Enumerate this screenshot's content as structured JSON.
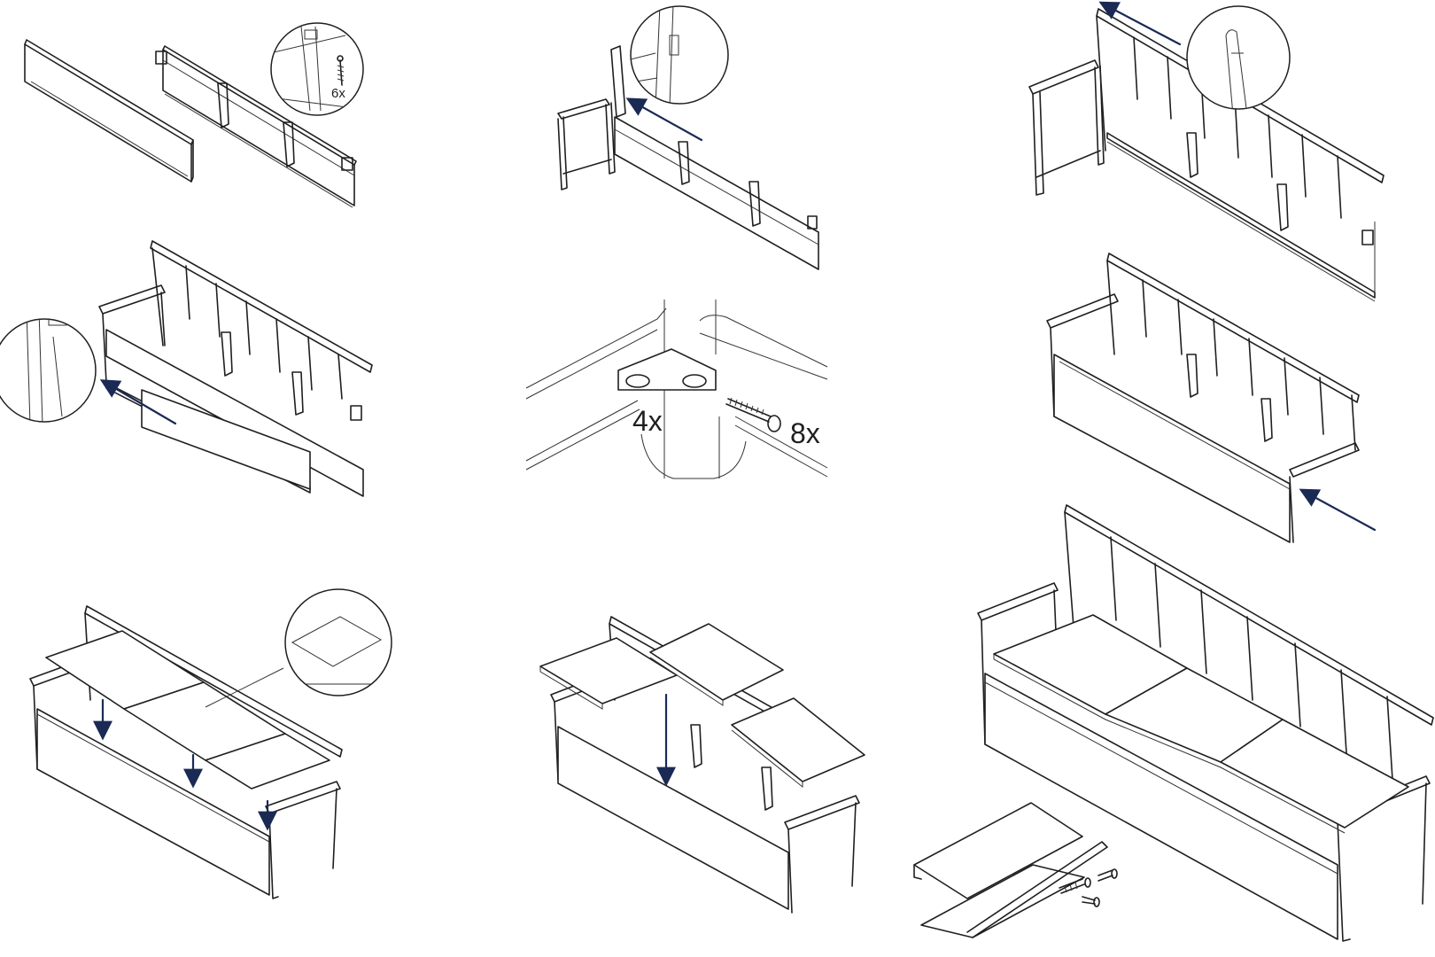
{
  "labels": {
    "screws_step1": "6x",
    "brackets": "4x",
    "bolts": "8x"
  },
  "colors": {
    "line": "#1f1f1f",
    "arrow": "#1a2a55",
    "background": "#ffffff"
  },
  "icons": [
    "screw-icon",
    "bolt-icon",
    "corner-bracket-icon",
    "direction-arrow-icon",
    "detail-zoom-icon"
  ]
}
